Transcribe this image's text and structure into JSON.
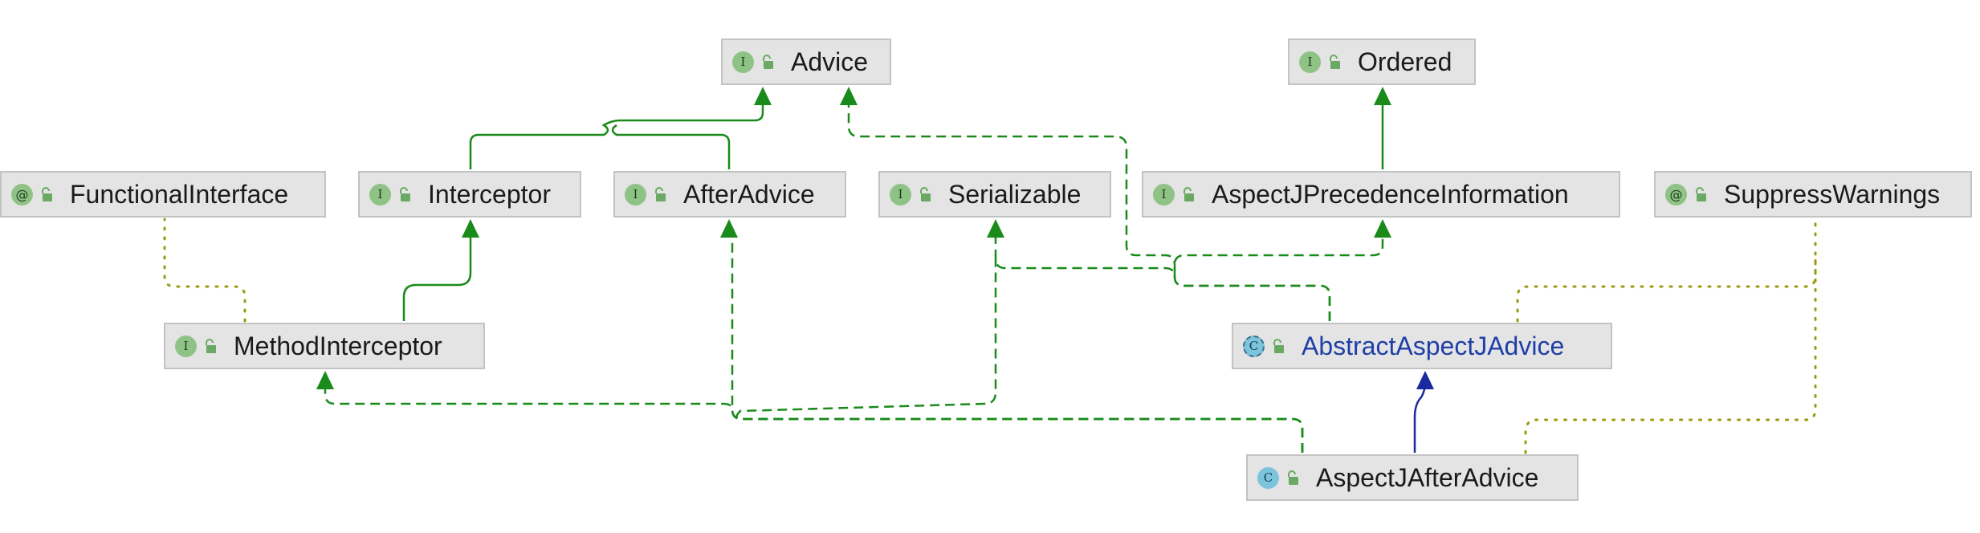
{
  "diagram": {
    "nodes": [
      {
        "id": "advice",
        "name": "Advice",
        "kind": "interface",
        "glyph": "I"
      },
      {
        "id": "ordered",
        "name": "Ordered",
        "kind": "interface",
        "glyph": "I"
      },
      {
        "id": "functional",
        "name": "FunctionalInterface",
        "kind": "annotation",
        "glyph": "@"
      },
      {
        "id": "interceptor",
        "name": "Interceptor",
        "kind": "interface",
        "glyph": "I"
      },
      {
        "id": "afteradvice",
        "name": "AfterAdvice",
        "kind": "interface",
        "glyph": "I"
      },
      {
        "id": "serializable",
        "name": "Serializable",
        "kind": "interface",
        "glyph": "I"
      },
      {
        "id": "precedence",
        "name": "AspectJPrecedenceInformation",
        "kind": "interface",
        "glyph": "I"
      },
      {
        "id": "suppress",
        "name": "SuppressWarnings",
        "kind": "annotation",
        "glyph": "@"
      },
      {
        "id": "methodinterceptor",
        "name": "MethodInterceptor",
        "kind": "interface",
        "glyph": "I"
      },
      {
        "id": "abstractaspect",
        "name": "AbstractAspectJAdvice",
        "kind": "abstract-class",
        "glyph": "C"
      },
      {
        "id": "aspectafter",
        "name": "AspectJAfterAdvice",
        "kind": "class",
        "glyph": "C"
      }
    ],
    "edges": [
      {
        "from": "interceptor",
        "to": "advice",
        "type": "extends"
      },
      {
        "from": "afteradvice",
        "to": "advice",
        "type": "extends"
      },
      {
        "from": "precedence",
        "to": "ordered",
        "type": "extends"
      },
      {
        "from": "methodinterceptor",
        "to": "interceptor",
        "type": "extends"
      },
      {
        "from": "methodinterceptor",
        "to": "functional",
        "type": "annotated-by"
      },
      {
        "from": "abstractaspect",
        "to": "advice",
        "type": "implements"
      },
      {
        "from": "abstractaspect",
        "to": "serializable",
        "type": "implements"
      },
      {
        "from": "abstractaspect",
        "to": "precedence",
        "type": "implements"
      },
      {
        "from": "abstractaspect",
        "to": "suppress",
        "type": "annotated-by"
      },
      {
        "from": "aspectafter",
        "to": "abstractaspect",
        "type": "extends-class"
      },
      {
        "from": "aspectafter",
        "to": "methodinterceptor",
        "type": "implements"
      },
      {
        "from": "aspectafter",
        "to": "afteradvice",
        "type": "implements"
      },
      {
        "from": "aspectafter",
        "to": "serializable",
        "type": "implements"
      },
      {
        "from": "aspectafter",
        "to": "suppress",
        "type": "annotated-by"
      }
    ],
    "colors": {
      "extends": "#1a8a1a",
      "implements": "#1a8a1a",
      "extends_class": "#1a2aa0",
      "annotation": "#9a9a10",
      "node_fill": "#e4e4e4",
      "node_border": "#c3c3c3",
      "interface_badge": "#8fc285",
      "class_badge": "#7cc3dc",
      "abstract_name": "#1f3fa8"
    }
  }
}
